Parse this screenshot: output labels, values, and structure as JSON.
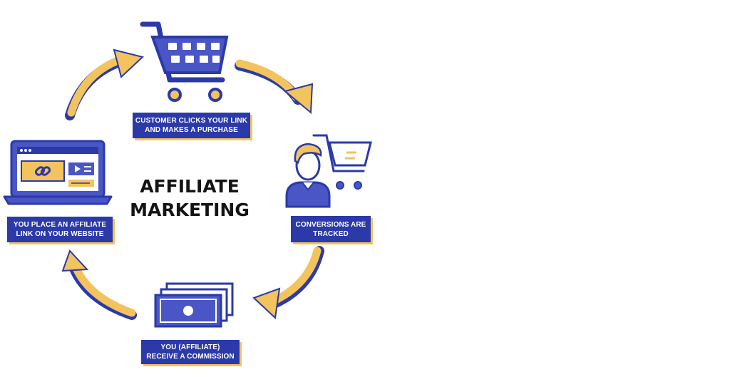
{
  "title": {
    "line1": "AFFILIATE",
    "line2": "MARKETING"
  },
  "steps": [
    {
      "line1": "CUSTOMER CLICKS YOUR LINK",
      "line2": "AND MAKES A PURCHASE",
      "icon": "shopping-cart-icon"
    },
    {
      "line1": "CONVERSIONS ARE",
      "line2": "TRACKED",
      "icon": "customer-with-cart-icon"
    },
    {
      "line1": "YOU (AFFILIATE)",
      "line2": "RECEIVE A COMMISSION",
      "icon": "money-bills-icon"
    },
    {
      "line1": "YOU PLACE AN AFFILIATE",
      "line2": "LINK ON YOUR WEBSITE",
      "icon": "laptop-link-icon"
    }
  ],
  "colors": {
    "primary_blue": "#4a56c6",
    "label_blue": "#2b3aa8",
    "arrow_yellow": "#f3c35e",
    "outline": "#1c2a7a",
    "skin": "#ffffff",
    "hair": "#f3c35e"
  }
}
